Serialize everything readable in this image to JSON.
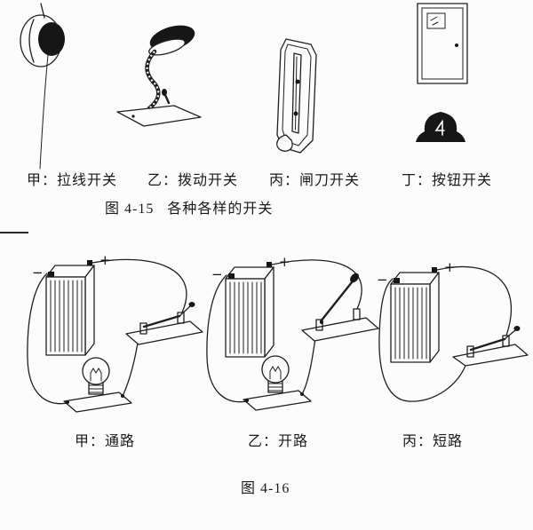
{
  "page": {
    "background": "#fcfcfc",
    "ink": "#1f1f1f"
  },
  "figure15": {
    "labels": [
      "甲：拉线开关",
      "乙：拨动开关",
      "丙：闸刀开关",
      "丁：按钮开关"
    ],
    "caption": "图 4-15   各种各样的开关"
  },
  "figure16": {
    "labels": [
      "甲：通路",
      "乙：开路",
      "丙：短路"
    ],
    "caption": "图 4-16"
  },
  "battery": {
    "minus": "−",
    "plus": "+"
  }
}
